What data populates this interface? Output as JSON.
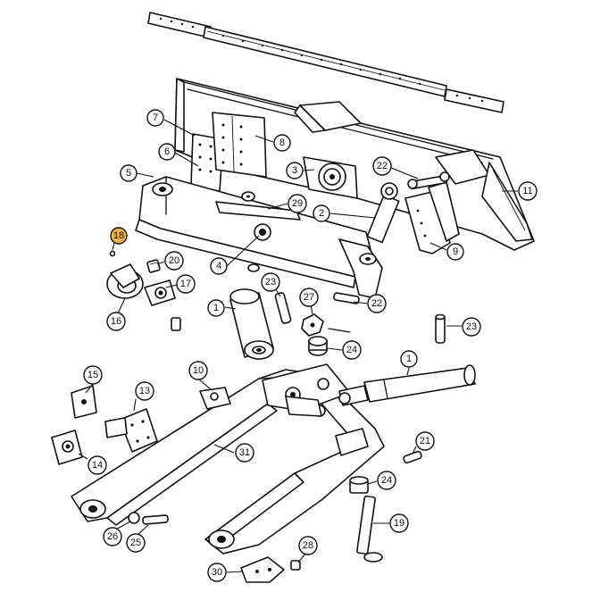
{
  "colors": {
    "line": "#111111",
    "background": "#ffffff",
    "highlight": "#f5b130"
  },
  "callouts": [
    {
      "id": "c18",
      "label": "18",
      "highlight": true
    },
    {
      "id": "c7",
      "label": "7"
    },
    {
      "id": "c8",
      "label": "8"
    },
    {
      "id": "c6",
      "label": "6"
    },
    {
      "id": "c3",
      "label": "3"
    },
    {
      "id": "c5",
      "label": "5"
    },
    {
      "id": "c22a",
      "label": "22"
    },
    {
      "id": "c11",
      "label": "11"
    },
    {
      "id": "c29",
      "label": "29"
    },
    {
      "id": "c2",
      "label": "2"
    },
    {
      "id": "c9",
      "label": "9"
    },
    {
      "id": "c20",
      "label": "20"
    },
    {
      "id": "c4",
      "label": "4"
    },
    {
      "id": "c17",
      "label": "17"
    },
    {
      "id": "c23a",
      "label": "23"
    },
    {
      "id": "c16",
      "label": "16"
    },
    {
      "id": "c1a",
      "label": "1"
    },
    {
      "id": "c27",
      "label": "27"
    },
    {
      "id": "c22b",
      "label": "22"
    },
    {
      "id": "c23b",
      "label": "23"
    },
    {
      "id": "c24a",
      "label": "24"
    },
    {
      "id": "c15",
      "label": "15"
    },
    {
      "id": "c10",
      "label": "10"
    },
    {
      "id": "c1b",
      "label": "1"
    },
    {
      "id": "c13",
      "label": "13"
    },
    {
      "id": "c31",
      "label": "31"
    },
    {
      "id": "c21",
      "label": "21"
    },
    {
      "id": "c14",
      "label": "14"
    },
    {
      "id": "c24b",
      "label": "24"
    },
    {
      "id": "c19",
      "label": "19"
    },
    {
      "id": "c26",
      "label": "26"
    },
    {
      "id": "c25",
      "label": "25"
    },
    {
      "id": "c28",
      "label": "28"
    },
    {
      "id": "c30",
      "label": "30"
    }
  ]
}
